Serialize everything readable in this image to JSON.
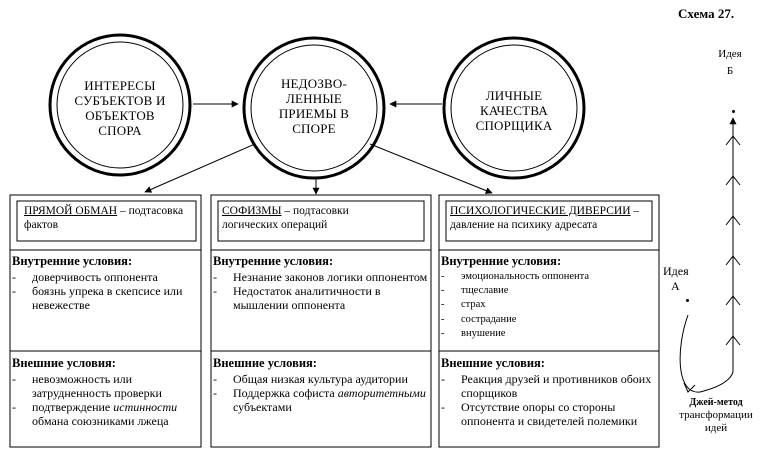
{
  "schema_label": "Схема 27.",
  "circles": {
    "left": [
      "ИНТЕРЕСЫ",
      "СУБЪЕКТОВ И",
      "ОБЪЕКТОВ",
      "СПОРА"
    ],
    "center": [
      "НЕДОЗВО-",
      "ЛЕННЫЕ",
      "ПРИЕМЫ В",
      "СПОРЕ"
    ],
    "right": [
      "ЛИЧНЫЕ",
      "КАЧЕСТВА",
      "СПОРЩИКА"
    ]
  },
  "columns": [
    {
      "title_main": "ПРЯМОЙ ОБМАН",
      "title_rest": " – подтасовка",
      "title_line2": "фактов",
      "internal_heading": "Внутренние условия:",
      "internal_items": [
        "доверчивость оппонента",
        "боязнь упрека в скепсисе или невежестве"
      ],
      "external_heading": "Внешние условия:",
      "external_items": [
        "невозможность или затрудненность проверки",
        "подтверждение истинности обмана союзниками лжеца"
      ]
    },
    {
      "title_main": "СОФИЗМЫ",
      "title_rest": " – подтасовки",
      "title_line2": "логических операций",
      "internal_heading": "Внутренние условия:",
      "internal_items": [
        "Незнание законов логики оппонентом",
        "Недостаток аналитичности в мышлении оппонента"
      ],
      "external_heading": "Внешние условия:",
      "external_items": [
        "Общая низкая культура аудитории",
        "Поддержка софиста авторитетными субъектами"
      ]
    },
    {
      "title_main": "ПСИХОЛОГИЧЕСКИЕ ДИВЕРСИИ",
      "title_rest": " –",
      "title_line2": "давление на психику адресата",
      "internal_heading": "Внутренние условия:",
      "internal_items": [
        "эмоциональность оппонента",
        "тщеславие",
        "страх",
        "сострадание",
        "внушение"
      ],
      "external_heading": "Внешние условия:",
      "external_items": [
        "Реакция друзей и противников обоих спорщиков",
        "Отсутствие опоры со стороны оппонента и свидетелей полемики"
      ]
    }
  ],
  "right_panel": {
    "idea_b": [
      "Идея",
      "Б"
    ],
    "idea_a": [
      "Идея",
      "А"
    ],
    "method": "Джей-метод",
    "method_rest": [
      "трансформации",
      "идей"
    ]
  }
}
